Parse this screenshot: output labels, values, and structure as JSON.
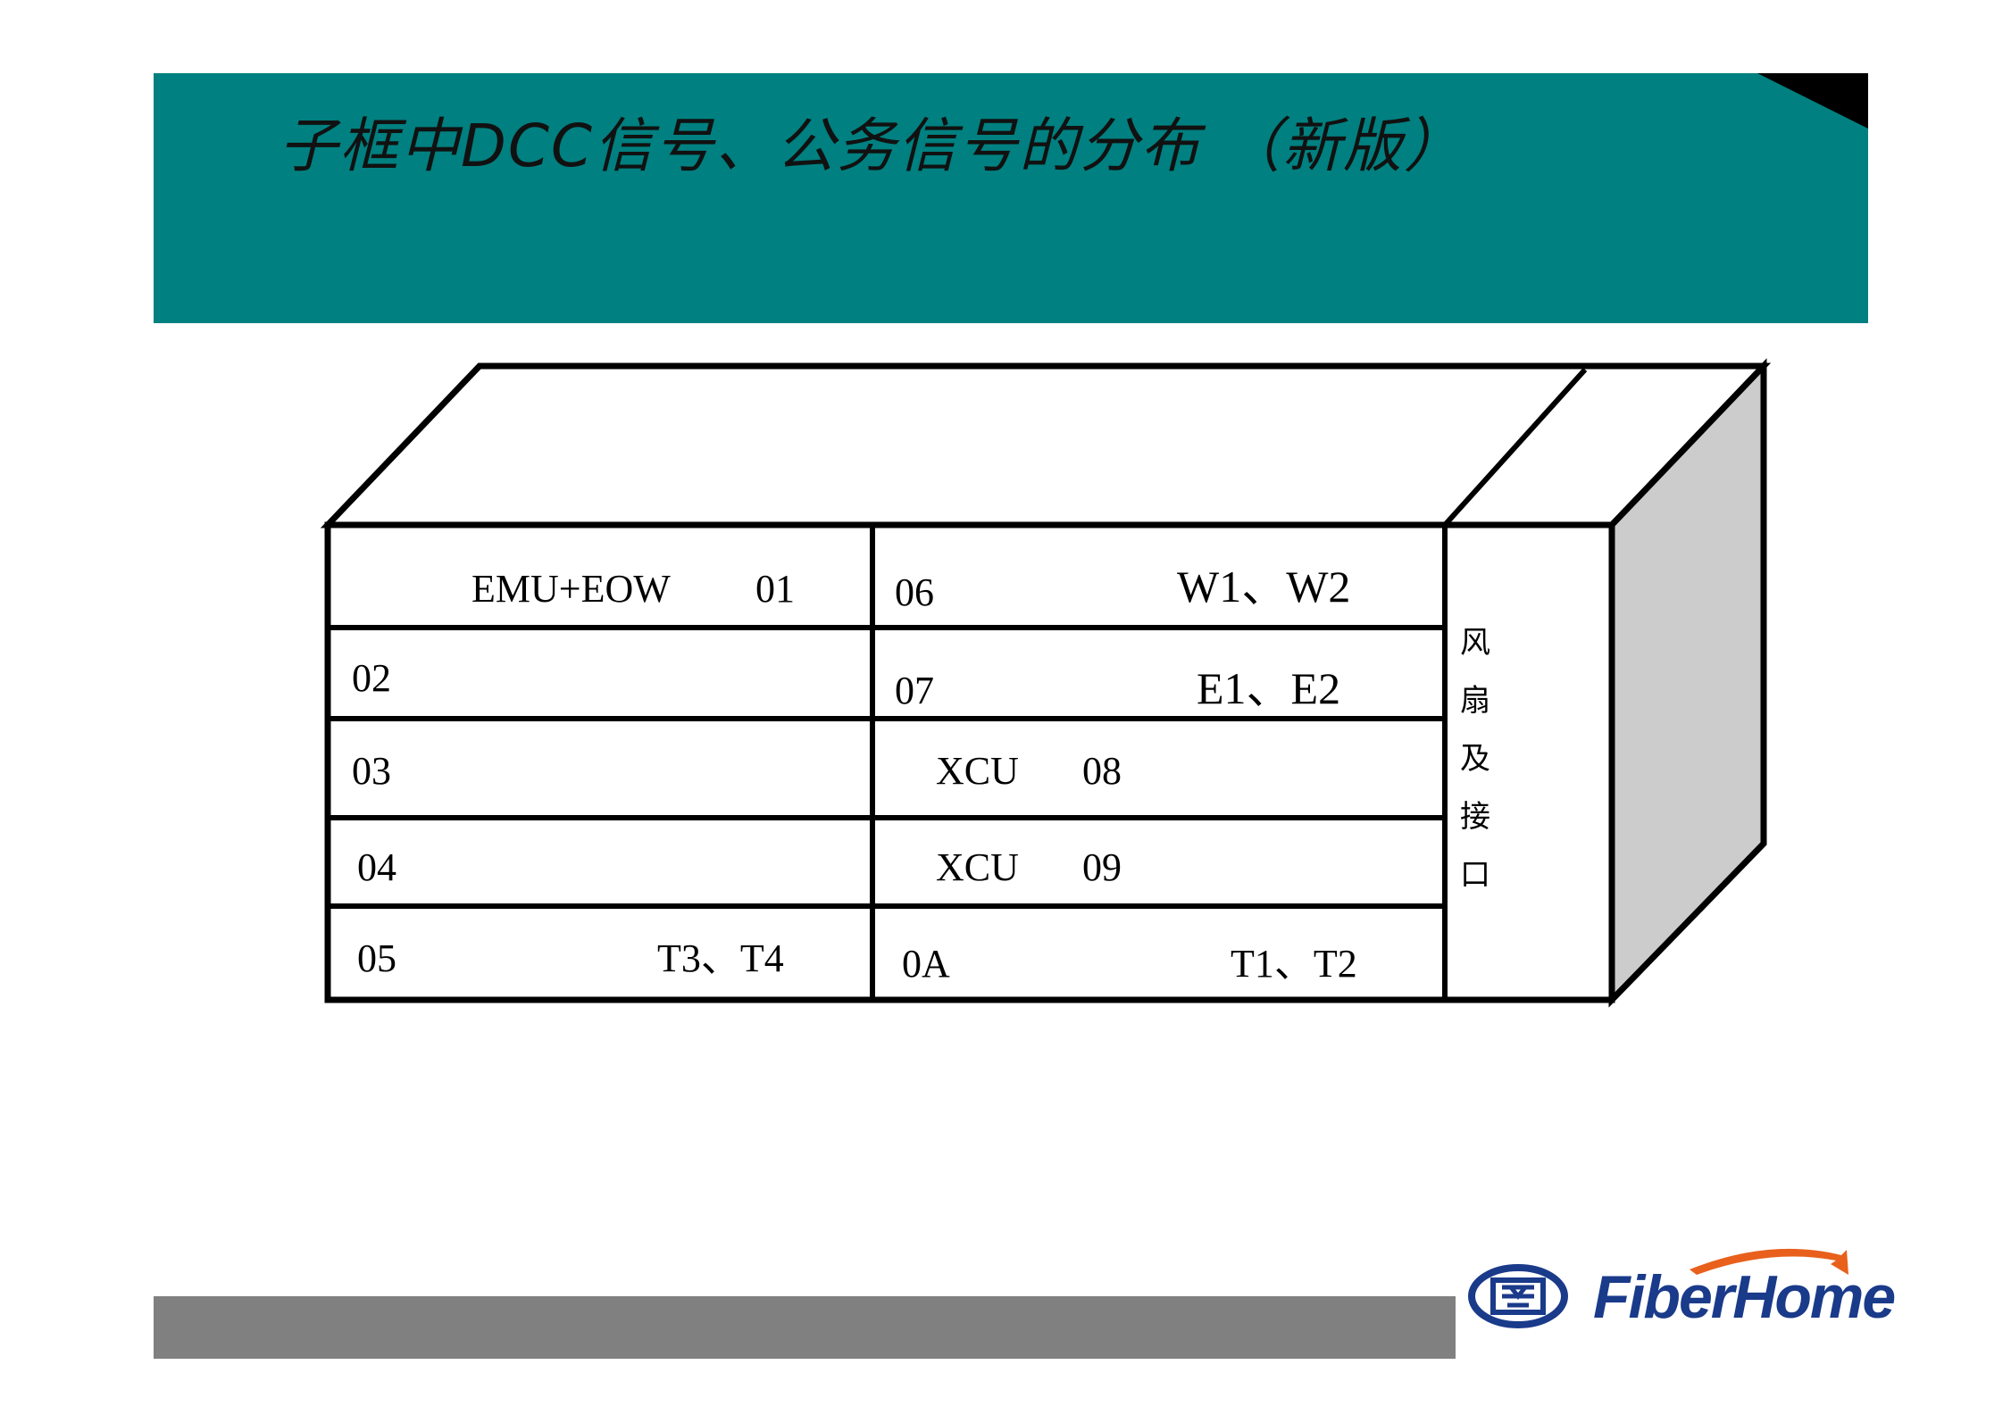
{
  "title": "子框中DCC信号、公务信号的分布 （新版）",
  "colors": {
    "title_band": "#008080",
    "footer_bar": "#808080",
    "box_side": "#cccccc",
    "logo_blue": "#1a3a8a",
    "logo_swoosh": "#e8601c"
  },
  "left_slots": [
    {
      "id": "01",
      "label": "EMU+EOW",
      "signals": ""
    },
    {
      "id": "02",
      "label": "",
      "signals": ""
    },
    {
      "id": "03",
      "label": "",
      "signals": ""
    },
    {
      "id": "04",
      "label": "",
      "signals": ""
    },
    {
      "id": "05",
      "label": "",
      "signals": "T3、T4"
    }
  ],
  "right_slots": [
    {
      "id": "06",
      "label": "",
      "signals": "W1、W2"
    },
    {
      "id": "07",
      "label": "",
      "signals": "E1、E2"
    },
    {
      "id": "08",
      "label": "XCU",
      "signals": ""
    },
    {
      "id": "09",
      "label": "XCU",
      "signals": ""
    },
    {
      "id": "0A",
      "label": "",
      "signals": "T1、T2"
    }
  ],
  "fan_panel": [
    "风",
    "扇",
    "及",
    "接",
    "口"
  ],
  "logo": {
    "name": "FiberHome",
    "icon": "fiberhome-emblem-icon"
  }
}
